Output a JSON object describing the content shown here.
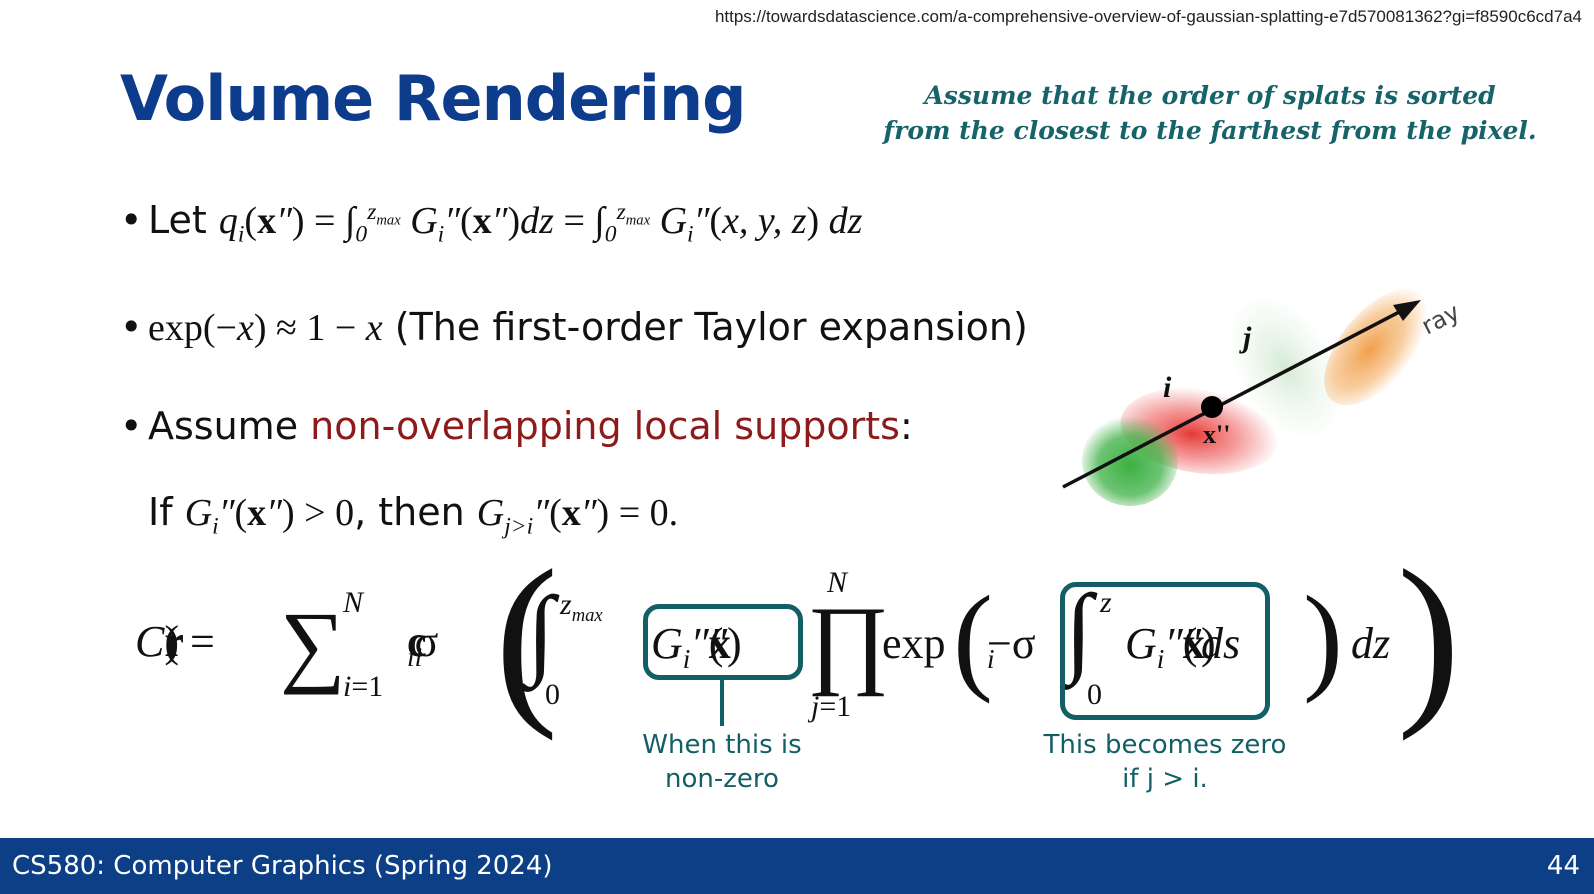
{
  "url": "https://towardsdatascience.com/a-comprehensive-overview-of-gaussian-splatting-e7d570081362?gi=f8590c6cd7a4",
  "title": "Volume Rendering",
  "note": {
    "line1": "Assume that the order of splats is sorted",
    "line2": "from the closest to the farthest from the pixel."
  },
  "bullets": {
    "b1_lead": "Let",
    "b2_text": "(The first-order Taylor expansion)",
    "b3_lead": "Assume ",
    "b3_highlight": "non-overlapping local supports",
    "b3_tail": ":",
    "b4_if": "If",
    "b4_then": ", then"
  },
  "diagram": {
    "ray_label": "ray",
    "label_i": "i",
    "label_j": "j",
    "point_label": "x''",
    "colors": {
      "green": "#3cb043",
      "red": "#e53935",
      "light_green": "#cfe8cf",
      "orange": "#f0a04b"
    }
  },
  "annotations": {
    "left_line1": "When this is",
    "left_line2": "non-zero",
    "right_line1": "This becomes zero",
    "right_line2": "if j > i."
  },
  "footer": {
    "course": "CS580: Computer Graphics (Spring 2024)",
    "page": "44"
  },
  "colors": {
    "title": "#0d3c8c",
    "teal": "#135f66",
    "red_text": "#8e1b1b",
    "footer_bg": "#0c3f86"
  }
}
